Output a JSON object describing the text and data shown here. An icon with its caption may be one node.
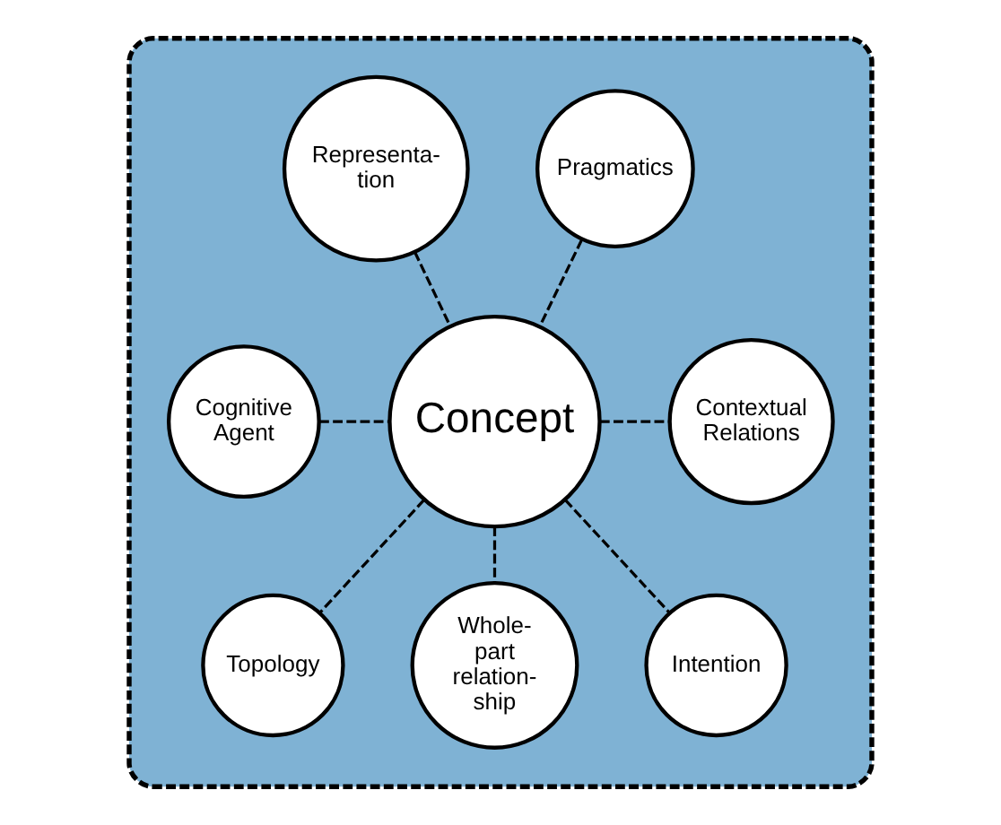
{
  "diagram": {
    "nodes": [
      {
        "text": [],
        "shape": "cloud"
      },
      {
        "text": [
          "Pragmatics"
        ],
        "in": 0
      },
      {
        "text": [
          "Representa- tion"
        ],
        "in": 0
      },
      {
        "text": [
          "Contextual Relations"
        ],
        "in": 0
      },
      {
        "text": [
          "Concept"
        ],
        "in": 0
      },
      {
        "text": [
          "Cognitive Agent"
        ],
        "in": 0
      },
      {
        "text": [
          "Intention"
        ],
        "in": 0
      },
      {
        "text": [
          "Topology"
        ],
        "in": 0
      },
      {
        "text": [
          "Whole- part relation- ship"
        ],
        "in": 0
      }
    ],
    "edges": [
      {
        "from": 1,
        "to": 4,
        "arrow": "none",
        "style": "dashed"
      },
      {
        "from": 2,
        "to": 4,
        "arrow": "none",
        "style": "dashed"
      },
      {
        "from": 4,
        "to": 3,
        "arrow": "none",
        "style": "dashed"
      },
      {
        "from": 5,
        "to": 4,
        "arrow": "none",
        "style": "dashed"
      },
      {
        "from": 4,
        "to": 6,
        "arrow": "none",
        "style": "dashed"
      },
      {
        "from": 4,
        "to": 7,
        "arrow": "none",
        "style": "dashed"
      },
      {
        "from": 4,
        "to": 8,
        "arrow": "none",
        "style": "dashed"
      }
    ]
  }
}
